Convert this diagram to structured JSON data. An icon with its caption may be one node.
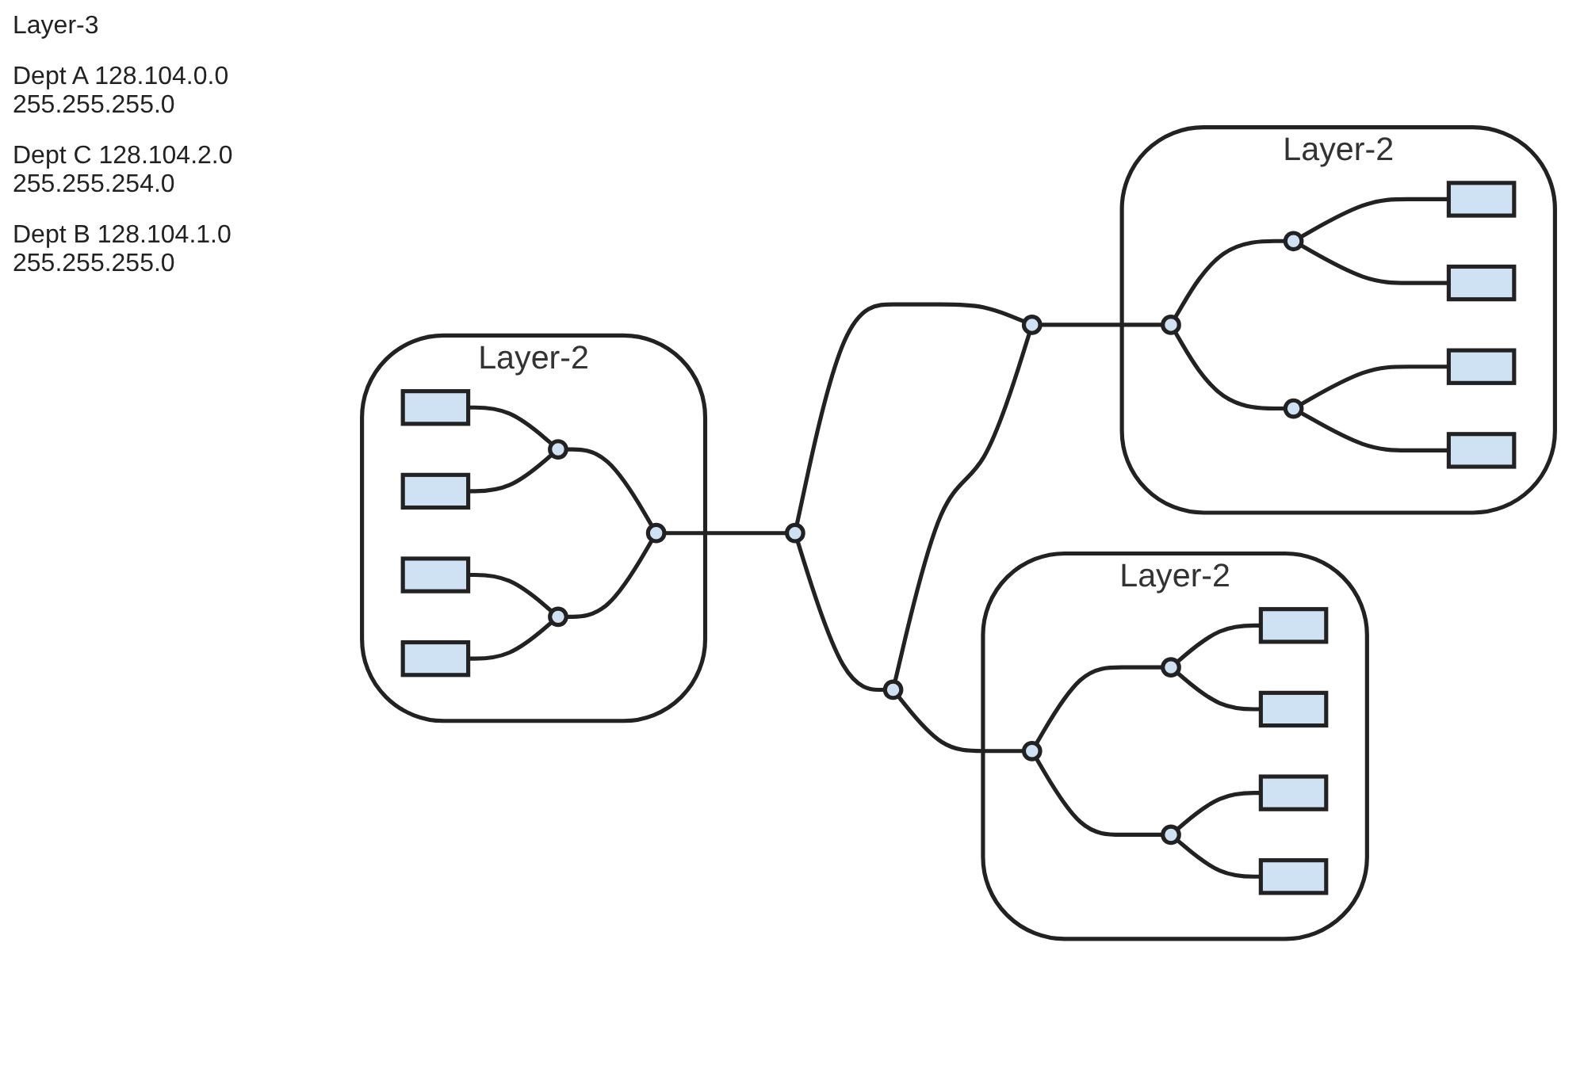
{
  "diagram": {
    "nodes": [
      {
        "text": [
          "Layer-2"
        ]
      },
      {
        "text": [],
        "shape": "box",
        "in": 0
      },
      {
        "text": [],
        "shape": "box",
        "in": 0
      },
      {
        "text": [],
        "shape": "circle",
        "in": 0
      },
      {
        "text": [],
        "shape": "circle",
        "in": 0
      },
      {
        "text": [],
        "shape": "circle",
        "in": 0
      },
      {
        "text": [],
        "shape": "box",
        "in": 0
      },
      {
        "text": [],
        "shape": "box",
        "in": 0
      },
      {
        "text": [],
        "shape": "circle"
      },
      {
        "text": [],
        "shape": "circle"
      },
      {
        "text": [
          "Layer-2"
        ]
      },
      {
        "text": [],
        "shape": "box",
        "in": 10
      },
      {
        "text": [],
        "shape": "box",
        "in": 10
      },
      {
        "text": [],
        "shape": "circle",
        "in": 10
      },
      {
        "text": [],
        "shape": "circle",
        "in": 10
      },
      {
        "text": [],
        "shape": "circle",
        "in": 10
      },
      {
        "text": [],
        "shape": "box",
        "in": 10
      },
      {
        "text": [],
        "shape": "box",
        "in": 10
      },
      {
        "text": [],
        "shape": "circle"
      },
      {
        "text": [
          "Layer-2"
        ]
      },
      {
        "text": [],
        "shape": "circle",
        "in": 19
      },
      {
        "text": [],
        "shape": "circle",
        "in": 19
      },
      {
        "text": [],
        "shape": "circle",
        "in": 19
      },
      {
        "text": [],
        "shape": "box",
        "in": 19
      },
      {
        "text": [],
        "shape": "box",
        "in": 19
      },
      {
        "text": [],
        "shape": "box",
        "in": 19
      },
      {
        "text": [],
        "shape": "box",
        "in": 19
      }
    ],
    "edges": [
      {
        "from": 1,
        "to": 3,
        "arrow": "none"
      },
      {
        "from": 2,
        "to": 3,
        "arrow": "none"
      },
      {
        "from": 3,
        "to": 4,
        "arrow": "none"
      },
      {
        "from": 5,
        "to": 4,
        "arrow": "none"
      },
      {
        "from": 6,
        "to": 5,
        "arrow": "none"
      },
      {
        "from": 7,
        "to": 5,
        "arrow": "none"
      },
      {
        "from": 4,
        "to": 8,
        "arrow": "none"
      },
      {
        "from": 8,
        "to": 9,
        "arrow": "none"
      },
      {
        "from": 8,
        "to": 18,
        "arrow": "none"
      },
      {
        "from": 9,
        "to": 18,
        "arrow": "none"
      },
      {
        "from": 9,
        "to": 14,
        "arrow": "none"
      },
      {
        "from": 14,
        "to": 13,
        "arrow": "none"
      },
      {
        "from": 13,
        "to": 11,
        "arrow": "none"
      },
      {
        "from": 13,
        "to": 12,
        "arrow": "none"
      },
      {
        "from": 14,
        "to": 15,
        "arrow": "none"
      },
      {
        "from": 15,
        "to": 16,
        "arrow": "none"
      },
      {
        "from": 15,
        "to": 17,
        "arrow": "none"
      },
      {
        "from": 18,
        "to": 20,
        "arrow": "none"
      },
      {
        "from": 20,
        "to": 21,
        "arrow": "none"
      },
      {
        "from": 20,
        "to": 22,
        "arrow": "none"
      },
      {
        "from": 21,
        "to": 23,
        "arrow": "none"
      },
      {
        "from": 21,
        "to": 24,
        "arrow": "none"
      },
      {
        "from": 22,
        "to": 25,
        "arrow": "none"
      },
      {
        "from": 22,
        "to": 26,
        "arrow": "none"
      }
    ],
    "labels": [
      "Layer-3",
      "Dept A 128.104.0.0 255.255.255.0",
      "Dept C 128.104.2.0 255.255.254.0",
      "Dept B 128.104.1.0 255.255.255.0"
    ]
  }
}
